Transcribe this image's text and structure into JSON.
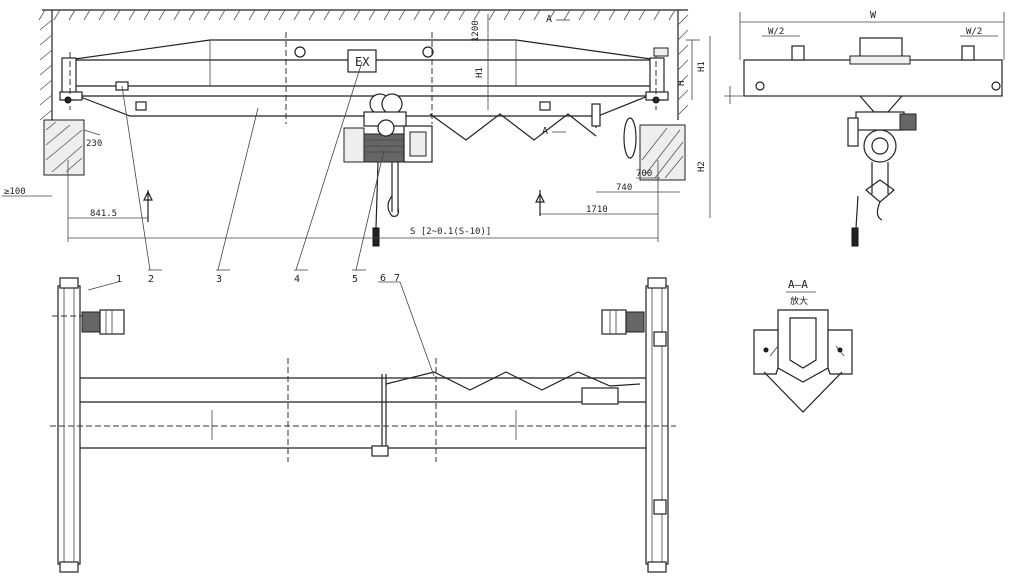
{
  "front_view": {
    "dim_height_top": "1200",
    "dim_hi_small": "H1",
    "dim_h_small": "H",
    "dim_h_right": "H1",
    "dim_h_right2": "H2",
    "dim_230": "230",
    "dim_100": "≥100",
    "dim_841": "841.5",
    "dim_span": "S  [2~0.1(S-10)]",
    "dim_700": "700",
    "dim_740": "740",
    "dim_1710": "1710",
    "section_mark_top": "A",
    "section_mark_bottom": "A",
    "nameplate": "EX",
    "callouts": [
      "1",
      "2",
      "3",
      "4",
      "5",
      "6",
      "7"
    ]
  },
  "side_view": {
    "dim_w": "W",
    "dim_left": "W/2",
    "dim_right": "W/2"
  },
  "section": {
    "title": "A—A",
    "subtitle": "放大"
  }
}
